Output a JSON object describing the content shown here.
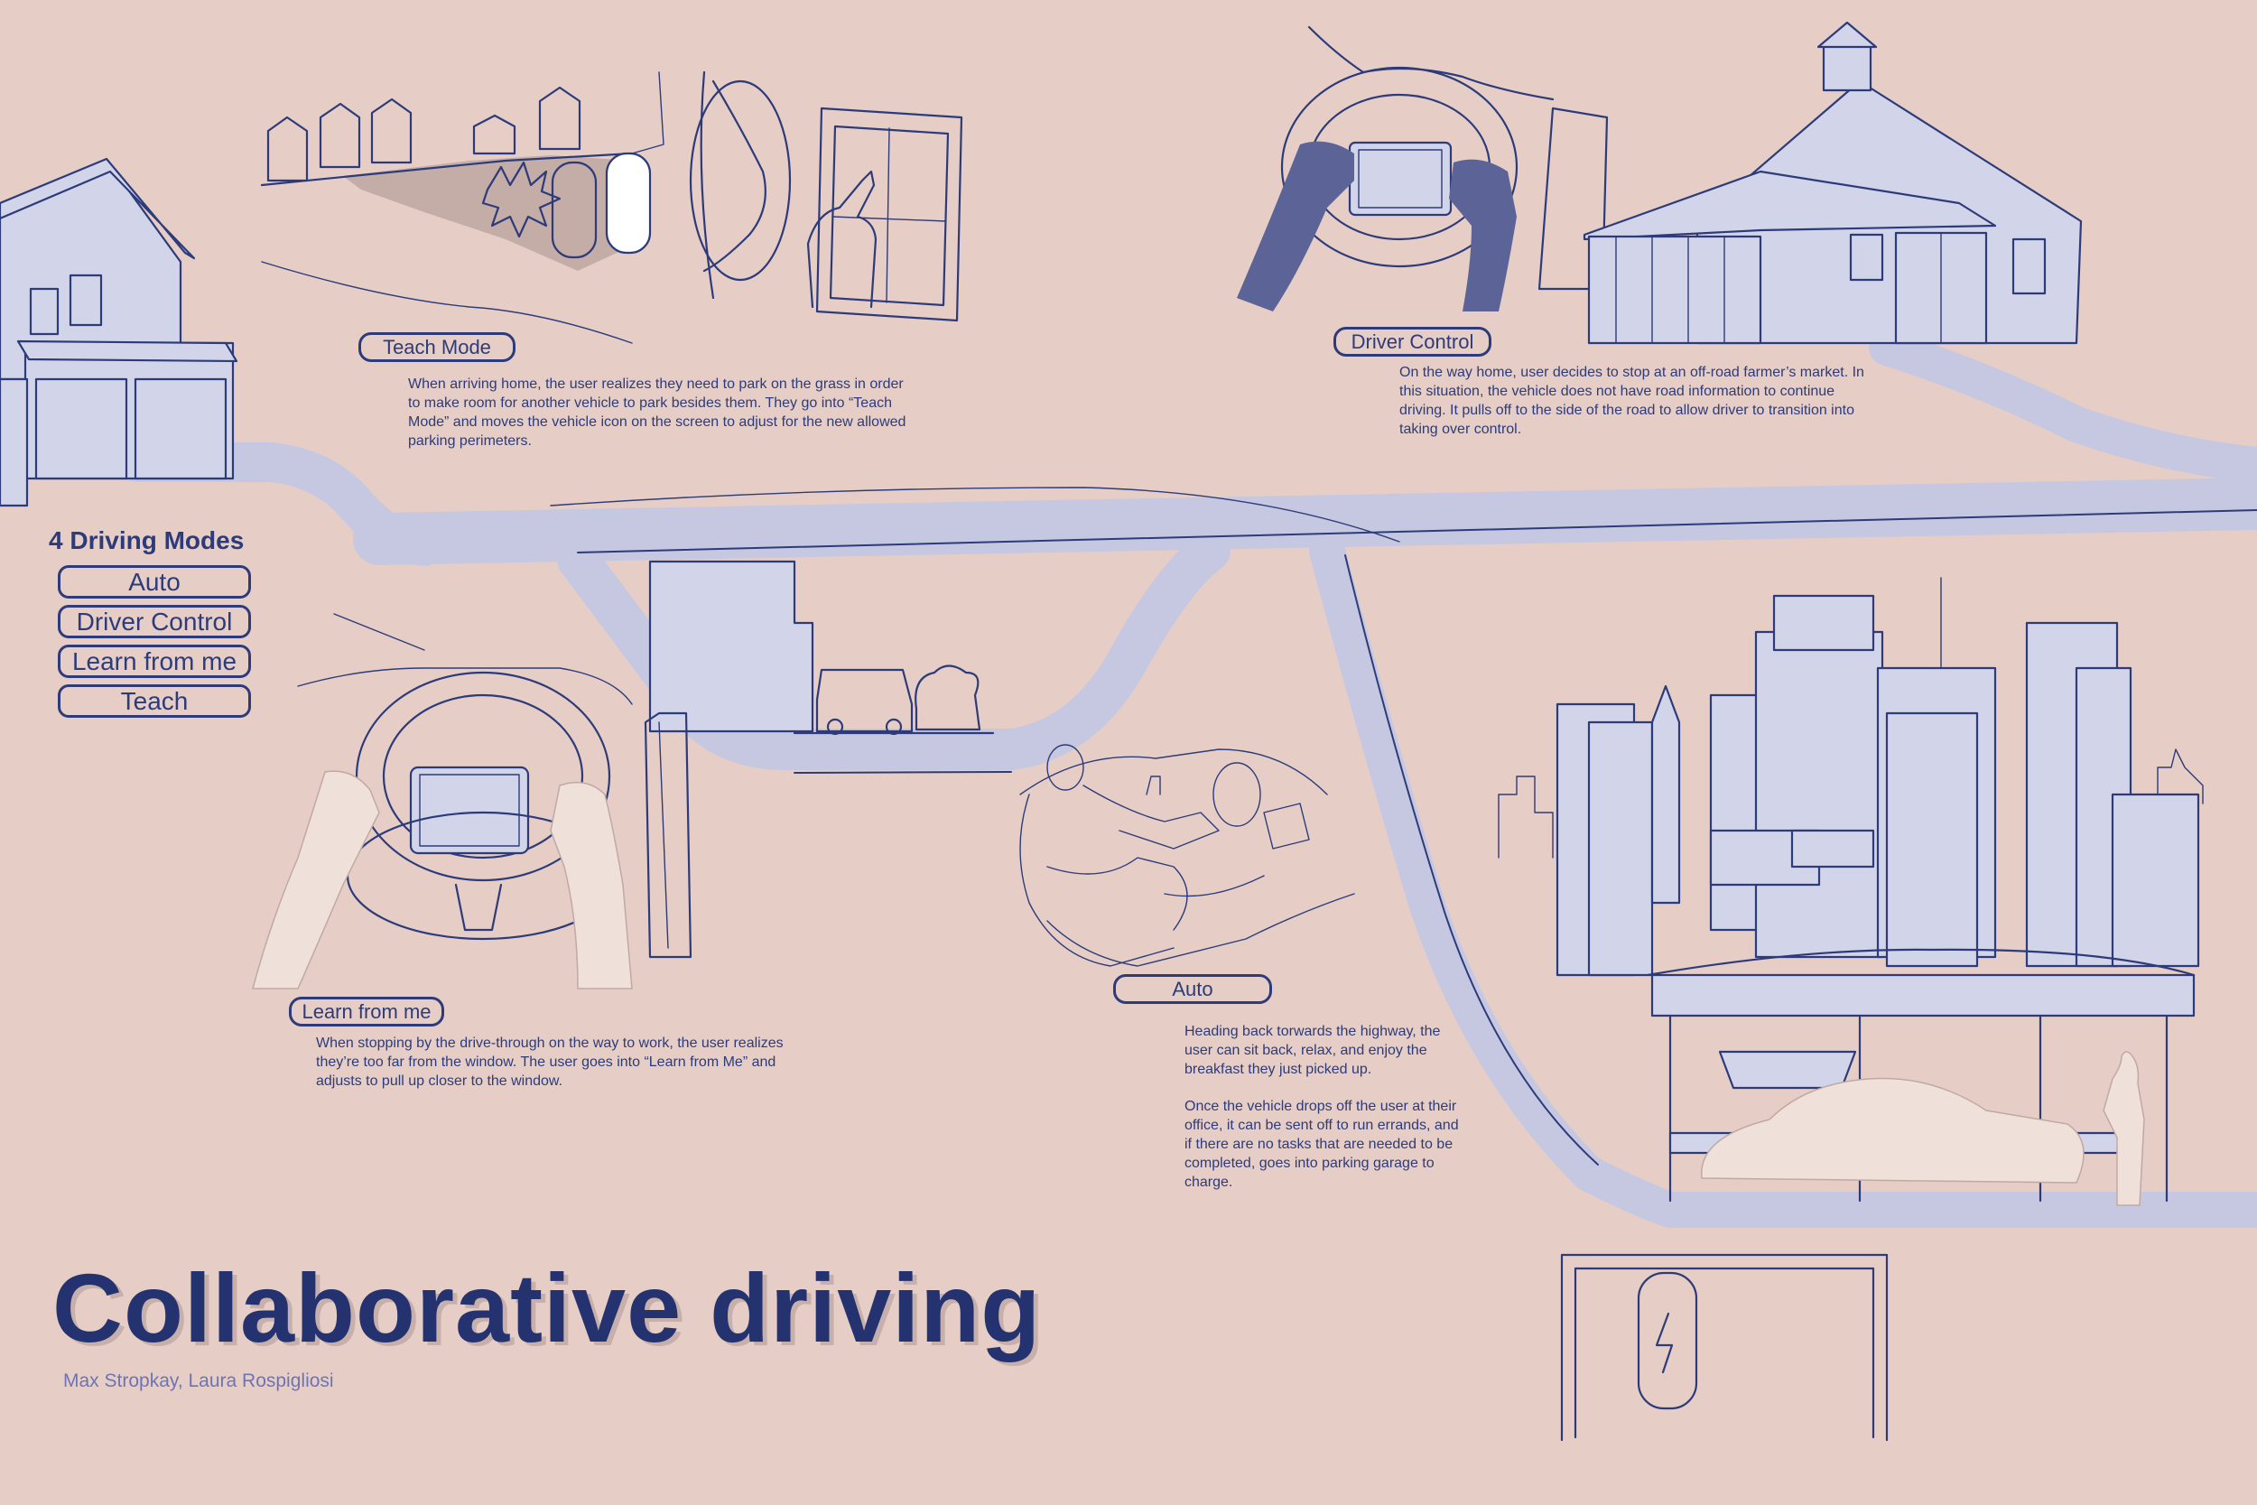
{
  "title": "Collaborative driving",
  "authors": "Max Stropkay, Laura Rospigliosi",
  "modes": {
    "heading": "4 Driving Modes",
    "items": [
      "Auto",
      "Driver Control",
      "Learn from me",
      "Teach"
    ]
  },
  "scenes": {
    "teach": {
      "label": "Teach Mode",
      "text": "When arriving home, the user realizes they need to park on the grass in order to make room for another vehicle to park besides them. They go into “Teach Mode” and moves the vehicle icon on the screen to adjust for the new allowed parking perimeters."
    },
    "driver_control": {
      "label": "Driver Control",
      "text": "On the way home, user decides to stop at an off-road farmer’s market. In this situation, the vehicle does not have road information to continue driving. It pulls off to the side of the road to allow driver to transition into taking over control."
    },
    "learn": {
      "label": "Learn from me",
      "text": "When stopping by the drive-through on the way to work, the user realizes they’re too far from the window. The user goes into “Learn from Me” and adjusts to pull up closer to the window."
    },
    "auto": {
      "label": "Auto",
      "text": "Heading back torwards the highway, the user can sit back, relax, and enjoy the breakfast they just picked up.",
      "text2": "Once the vehicle drops off the user at their office, it can be sent off to run errands, and if there are no tasks that are needed to be completed, goes into parking garage to charge."
    }
  },
  "colors": {
    "background": "#e6cec6",
    "ink": "#2d3b7a",
    "road": "#c6c8e2",
    "lavender": "#d2d5ea",
    "author": "#6d74b4"
  }
}
